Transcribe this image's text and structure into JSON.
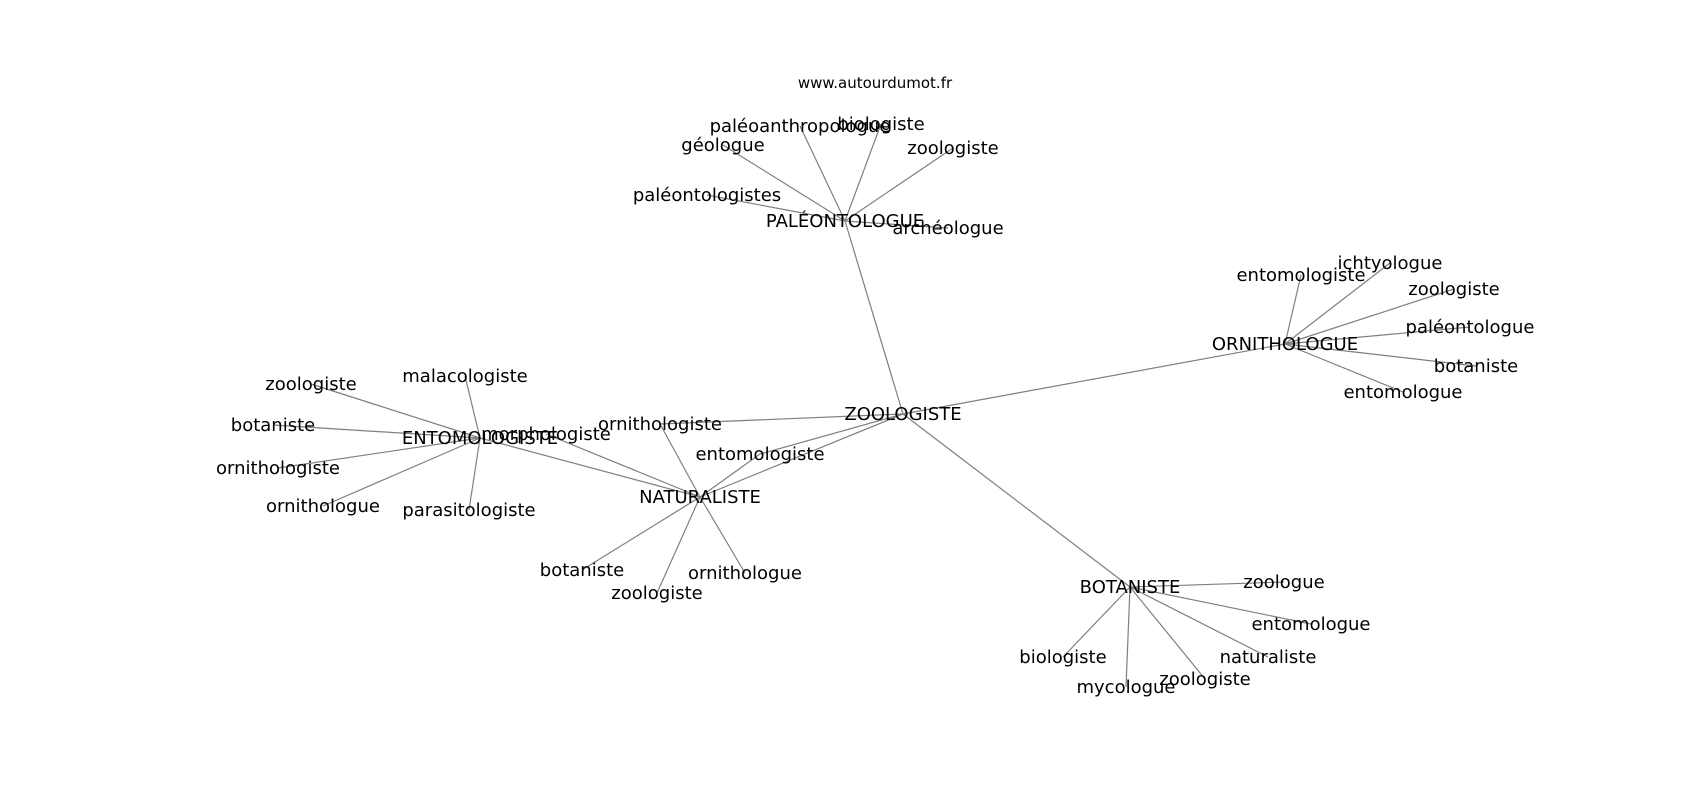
{
  "site": "www.autourdumot.fr",
  "graph": {
    "edge_color": "#7f7f7f",
    "nodes": [
      {
        "id": "zoologiste_c",
        "label": "ZOOLOGISTE"
      },
      {
        "id": "paleontologue",
        "label": "PALÉONTOLOGUE"
      },
      {
        "id": "ornithologue_h",
        "label": "ORNITHOLOGUE"
      },
      {
        "id": "naturaliste_h",
        "label": "NATURALISTE"
      },
      {
        "id": "entomologiste_h",
        "label": "ENTOMOLOGISTE"
      },
      {
        "id": "botaniste_h",
        "label": "BOTANISTE"
      },
      {
        "id": "p_paleoanthro",
        "label": "paléoanthropologue"
      },
      {
        "id": "p_biologiste",
        "label": "biologiste"
      },
      {
        "id": "p_geologue",
        "label": "géologue"
      },
      {
        "id": "p_zoologiste",
        "label": "zoologiste"
      },
      {
        "id": "p_paleontologistes",
        "label": "paléontologistes"
      },
      {
        "id": "p_archeologue",
        "label": "archéologue"
      },
      {
        "id": "o_entomologiste",
        "label": "entomologiste"
      },
      {
        "id": "o_ichtyologue",
        "label": "ichtyologue"
      },
      {
        "id": "o_zoologiste",
        "label": "zoologiste"
      },
      {
        "id": "o_paleontologue",
        "label": "paléontologue"
      },
      {
        "id": "o_botaniste",
        "label": "botaniste"
      },
      {
        "id": "o_entomologue",
        "label": "entomologue"
      },
      {
        "id": "z_ornithologiste",
        "label": "ornithologiste"
      },
      {
        "id": "z_entomologiste",
        "label": "entomologiste"
      },
      {
        "id": "n_morphologiste",
        "label": "morphologiste"
      },
      {
        "id": "n_botaniste",
        "label": "botaniste"
      },
      {
        "id": "n_zoologiste",
        "label": "zoologiste"
      },
      {
        "id": "n_ornithologue",
        "label": "ornithologue"
      },
      {
        "id": "e_zoologiste",
        "label": "zoologiste"
      },
      {
        "id": "e_malacologiste",
        "label": "malacologiste"
      },
      {
        "id": "e_botaniste",
        "label": "botaniste"
      },
      {
        "id": "e_ornithologiste",
        "label": "ornithologiste"
      },
      {
        "id": "e_ornithologue",
        "label": "ornithologue"
      },
      {
        "id": "e_parasitologiste",
        "label": "parasitologiste"
      },
      {
        "id": "b_zoologue",
        "label": "zoologue"
      },
      {
        "id": "b_entomologue",
        "label": "entomologue"
      },
      {
        "id": "b_naturaliste",
        "label": "naturaliste"
      },
      {
        "id": "b_zoologiste",
        "label": "zoologiste"
      },
      {
        "id": "b_mycologue",
        "label": "mycologue"
      },
      {
        "id": "b_biologiste",
        "label": "biologiste"
      }
    ],
    "edges": [
      [
        "zoologiste_c",
        "paleontologue"
      ],
      [
        "zoologiste_c",
        "ornithologue_h"
      ],
      [
        "zoologiste_c",
        "naturaliste_h"
      ],
      [
        "zoologiste_c",
        "botaniste_h"
      ],
      [
        "zoologiste_c",
        "z_ornithologiste"
      ],
      [
        "zoologiste_c",
        "z_entomologiste"
      ],
      [
        "paleontologue",
        "p_paleoanthro"
      ],
      [
        "paleontologue",
        "p_biologiste"
      ],
      [
        "paleontologue",
        "p_geologue"
      ],
      [
        "paleontologue",
        "p_zoologiste"
      ],
      [
        "paleontologue",
        "p_paleontologistes"
      ],
      [
        "paleontologue",
        "p_archeologue"
      ],
      [
        "ornithologue_h",
        "o_entomologiste"
      ],
      [
        "ornithologue_h",
        "o_ichtyologue"
      ],
      [
        "ornithologue_h",
        "o_zoologiste"
      ],
      [
        "ornithologue_h",
        "o_paleontologue"
      ],
      [
        "ornithologue_h",
        "o_botaniste"
      ],
      [
        "ornithologue_h",
        "o_entomologue"
      ],
      [
        "naturaliste_h",
        "entomologiste_h"
      ],
      [
        "naturaliste_h",
        "n_morphologiste"
      ],
      [
        "naturaliste_h",
        "n_botaniste"
      ],
      [
        "naturaliste_h",
        "n_zoologiste"
      ],
      [
        "naturaliste_h",
        "n_ornithologue"
      ],
      [
        "naturaliste_h",
        "z_ornithologiste"
      ],
      [
        "naturaliste_h",
        "z_entomologiste"
      ],
      [
        "entomologiste_h",
        "e_zoologiste"
      ],
      [
        "entomologiste_h",
        "e_malacologiste"
      ],
      [
        "entomologiste_h",
        "e_botaniste"
      ],
      [
        "entomologiste_h",
        "e_ornithologiste"
      ],
      [
        "entomologiste_h",
        "e_ornithologue"
      ],
      [
        "entomologiste_h",
        "e_parasitologiste"
      ],
      [
        "botaniste_h",
        "b_zoologue"
      ],
      [
        "botaniste_h",
        "b_entomologue"
      ],
      [
        "botaniste_h",
        "b_naturaliste"
      ],
      [
        "botaniste_h",
        "b_zoologiste"
      ],
      [
        "botaniste_h",
        "b_mycologue"
      ],
      [
        "botaniste_h",
        "b_biologiste"
      ]
    ]
  }
}
